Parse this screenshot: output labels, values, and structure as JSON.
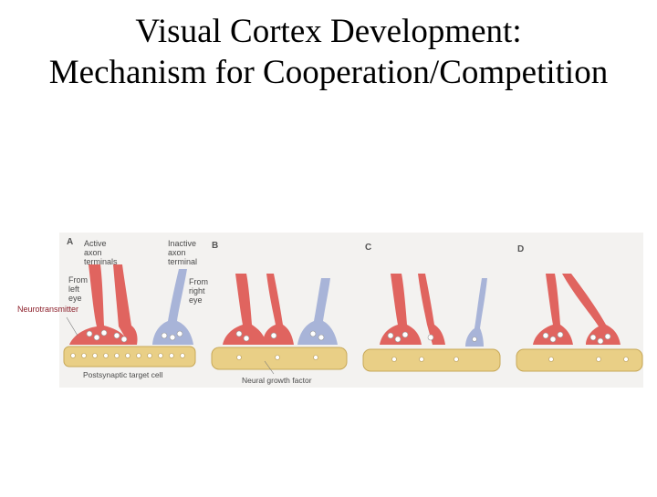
{
  "title": {
    "line1": "Visual Cortex Development:",
    "line2": "Mechanism for Cooperation/Competition"
  },
  "figure": {
    "panels": [
      {
        "letter": "A"
      },
      {
        "letter": "B"
      },
      {
        "letter": "C"
      },
      {
        "letter": "D"
      }
    ],
    "labels": {
      "active_line1": "Active",
      "active_line2": "axon",
      "active_line3": "terminals",
      "inactive_line1": "Inactive",
      "inactive_line2": "axon",
      "inactive_line3": "terminal",
      "left_line1": "From",
      "left_line2": "left",
      "left_line3": "eye",
      "right_line1": "From",
      "right_line2": "right",
      "right_line3": "eye",
      "postsynaptic": "Postsynaptic target cell",
      "neurotransmitter": "Neurotransmitter",
      "growth_factor": "Neural growth factor"
    },
    "colors": {
      "red_axon": "#e0645f",
      "blue_axon": "#a8b4d8",
      "cell": "#e9cf86",
      "cell_edge": "#c7a858"
    }
  }
}
